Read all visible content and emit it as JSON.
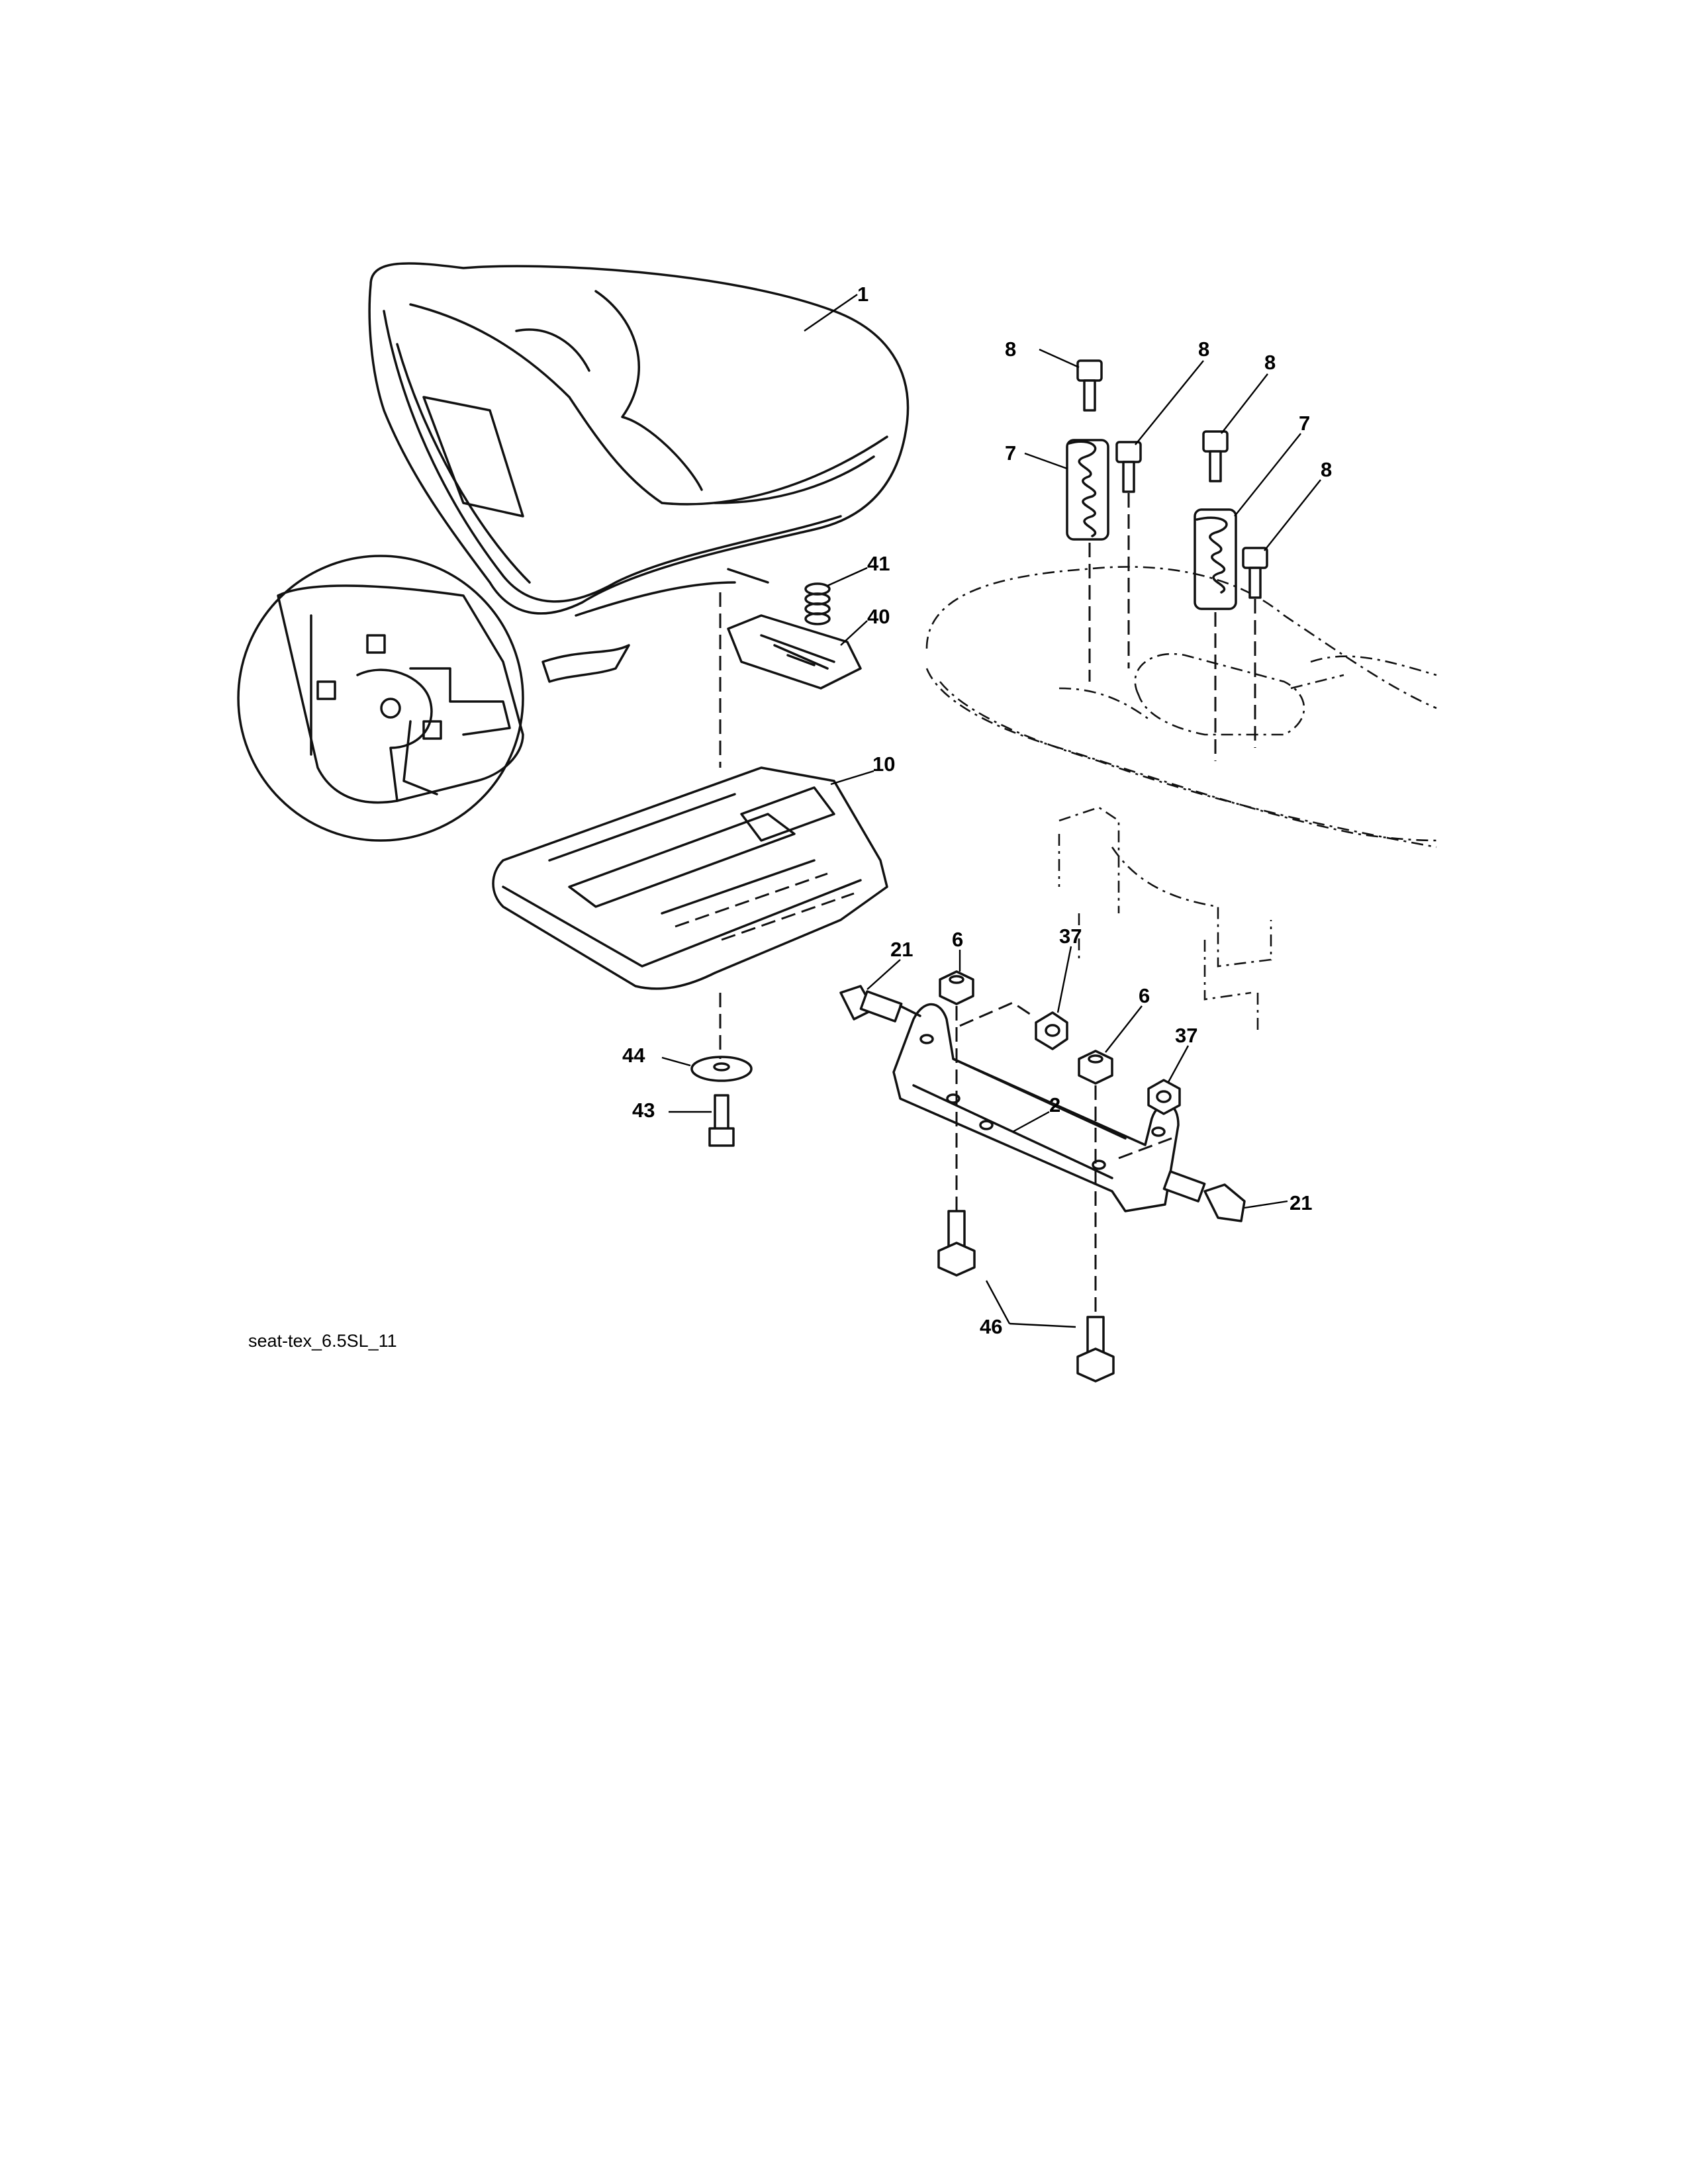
{
  "caption": "seat-tex_6.5SL_11",
  "callouts": [
    {
      "id": "c1",
      "text": "1"
    },
    {
      "id": "c8a",
      "text": "8"
    },
    {
      "id": "c8b",
      "text": "8"
    },
    {
      "id": "c8c",
      "text": "8"
    },
    {
      "id": "c8d",
      "text": "8"
    },
    {
      "id": "c7a",
      "text": "7"
    },
    {
      "id": "c7b",
      "text": "7"
    },
    {
      "id": "c41",
      "text": "41"
    },
    {
      "id": "c40",
      "text": "40"
    },
    {
      "id": "c10",
      "text": "10"
    },
    {
      "id": "c21a",
      "text": "21"
    },
    {
      "id": "c6a",
      "text": "6"
    },
    {
      "id": "c37a",
      "text": "37"
    },
    {
      "id": "c6b",
      "text": "6"
    },
    {
      "id": "c37b",
      "text": "37"
    },
    {
      "id": "c44",
      "text": "44"
    },
    {
      "id": "c43",
      "text": "43"
    },
    {
      "id": "c2",
      "text": "2"
    },
    {
      "id": "c21b",
      "text": "21"
    },
    {
      "id": "c46",
      "text": "46"
    }
  ]
}
